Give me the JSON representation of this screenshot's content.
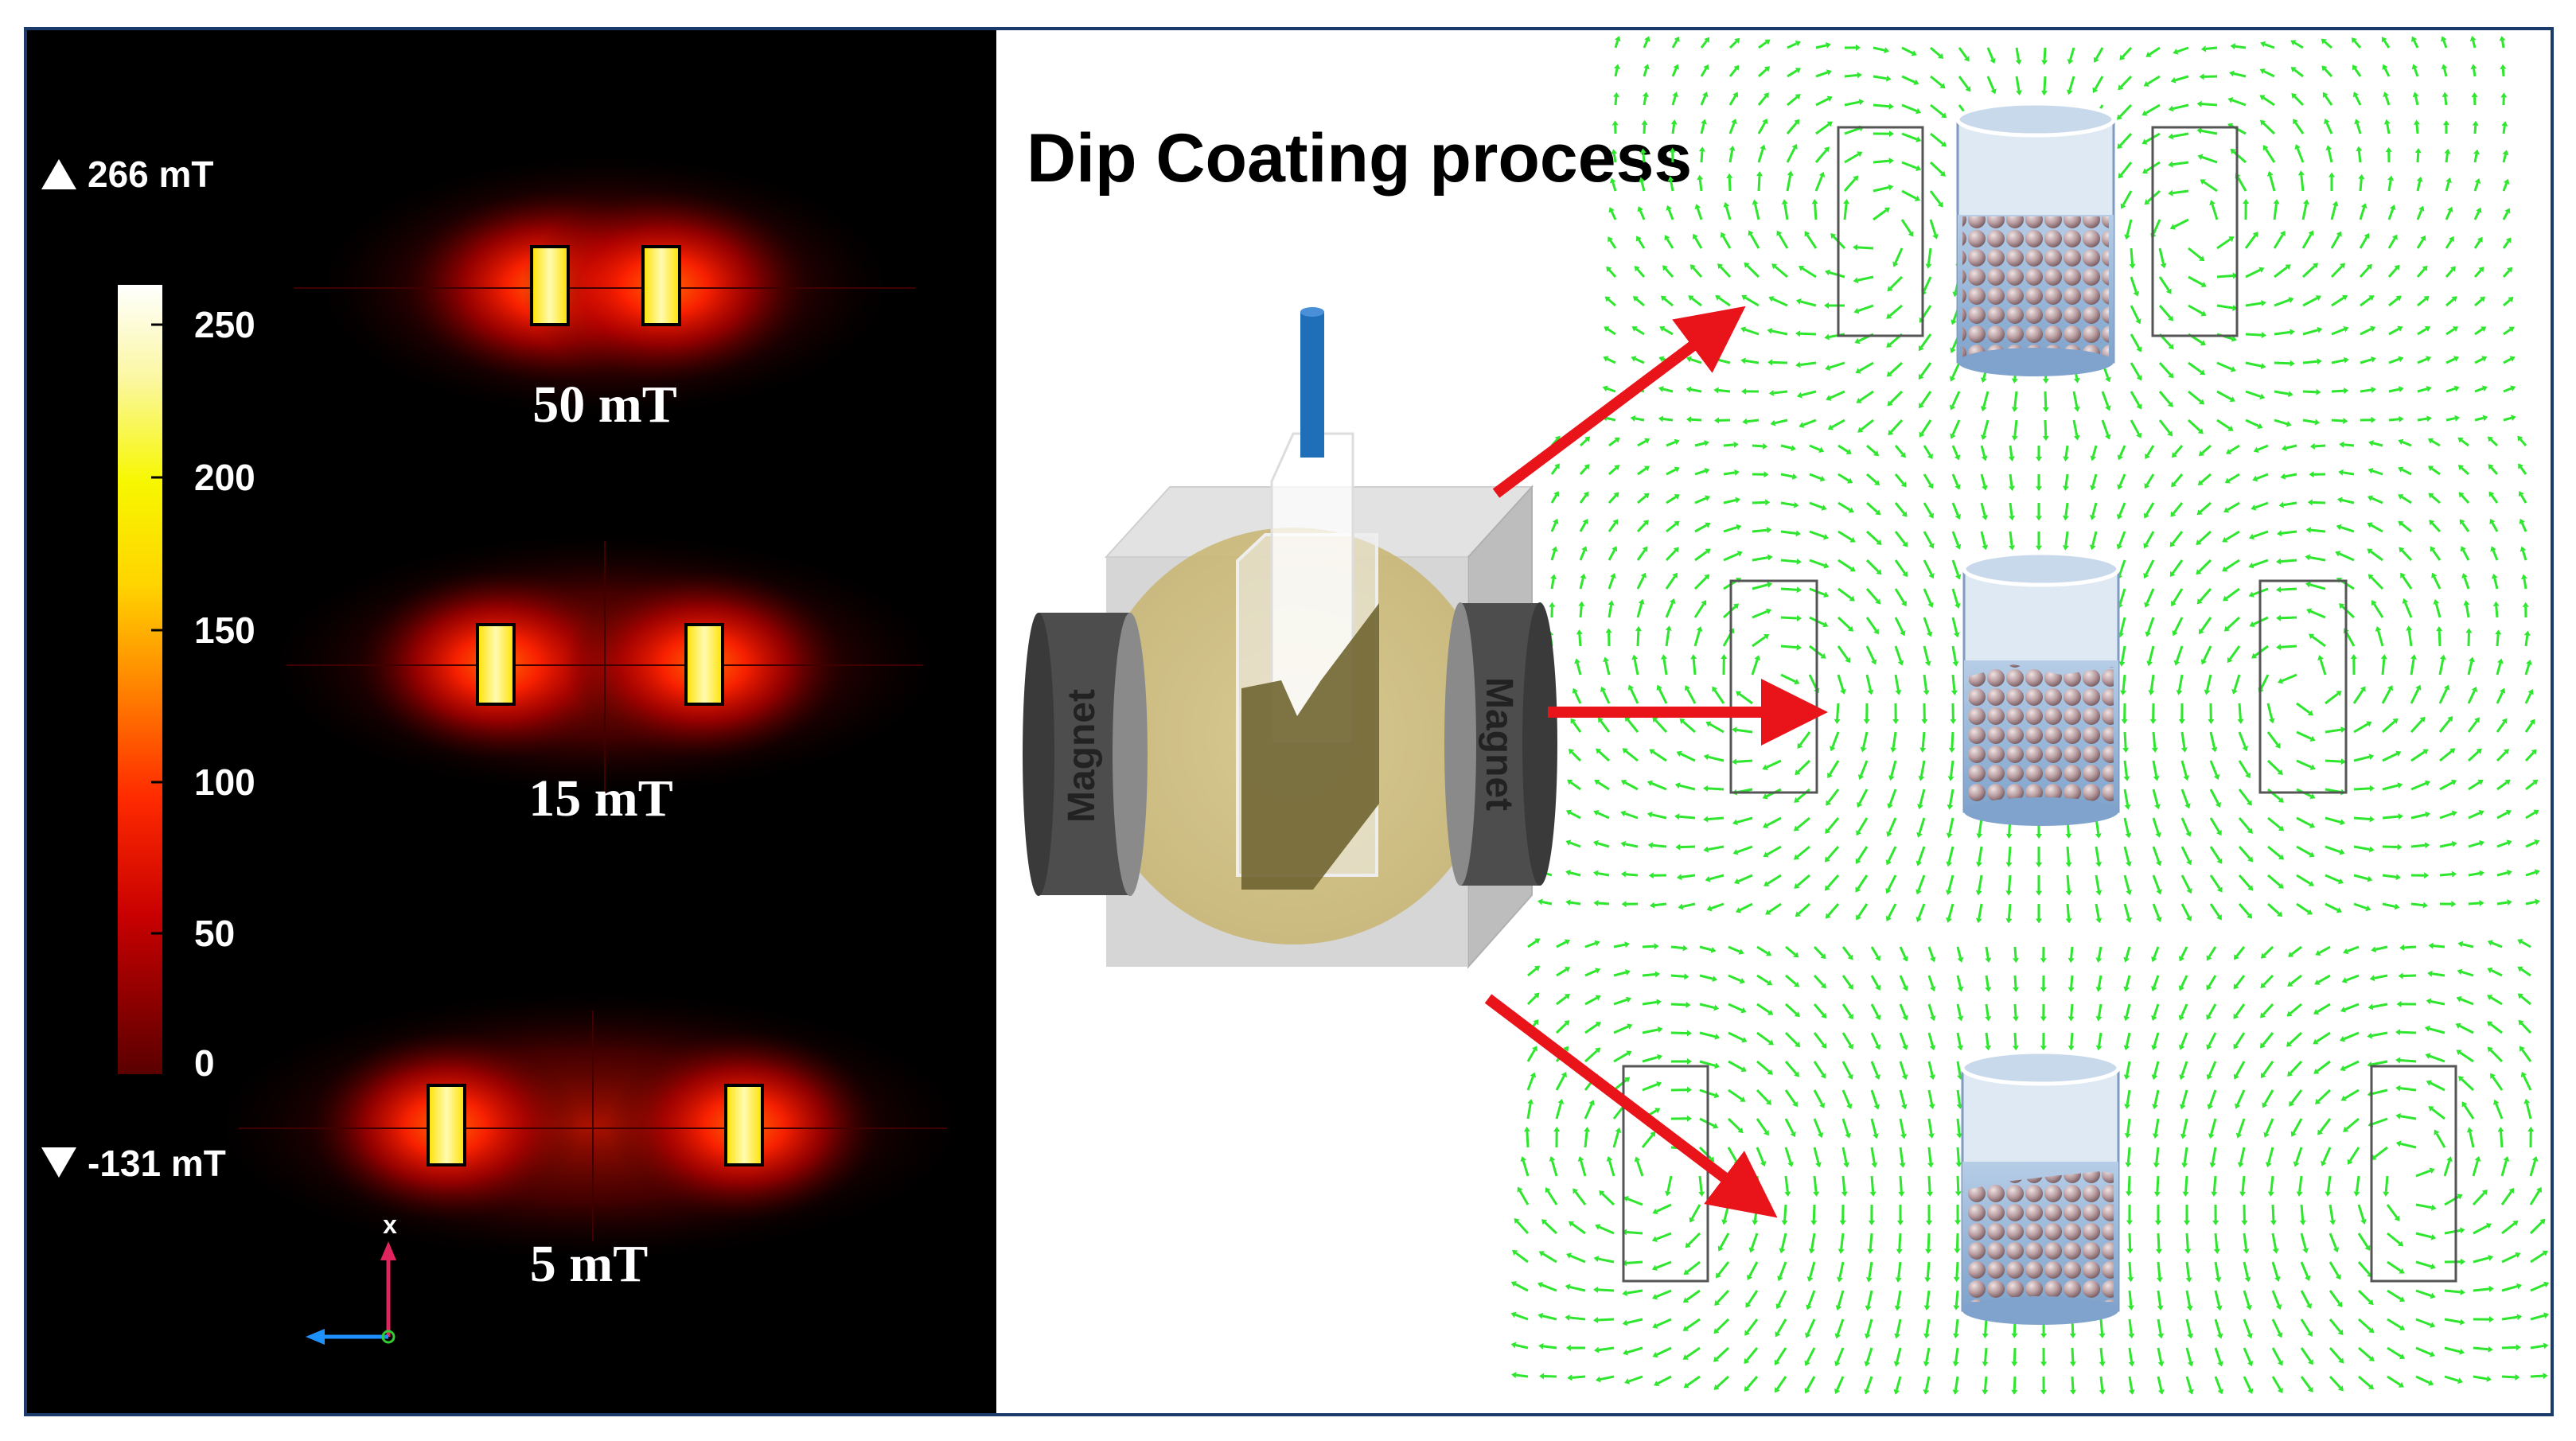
{
  "left_panel": {
    "max_label": "266 mT",
    "min_label": "-131 mT",
    "colorbar_ticks": [
      "250",
      "200",
      "150",
      "100",
      "50",
      "0"
    ],
    "maps": [
      {
        "label": "50 mT"
      },
      {
        "label": "15 mT"
      },
      {
        "label": "5 mT"
      }
    ],
    "axis_label": "x"
  },
  "right_panel": {
    "title": "Dip Coating process",
    "magnet_label": "Magnet"
  },
  "colors": {
    "frame": "#1b3b6b",
    "field_arrow": "#2ee62e",
    "process_arrow": "#e8141a",
    "rod": "#1f6fb8",
    "beaker_fill": "#9fbcdc",
    "magnet": "#4d4d4d"
  }
}
